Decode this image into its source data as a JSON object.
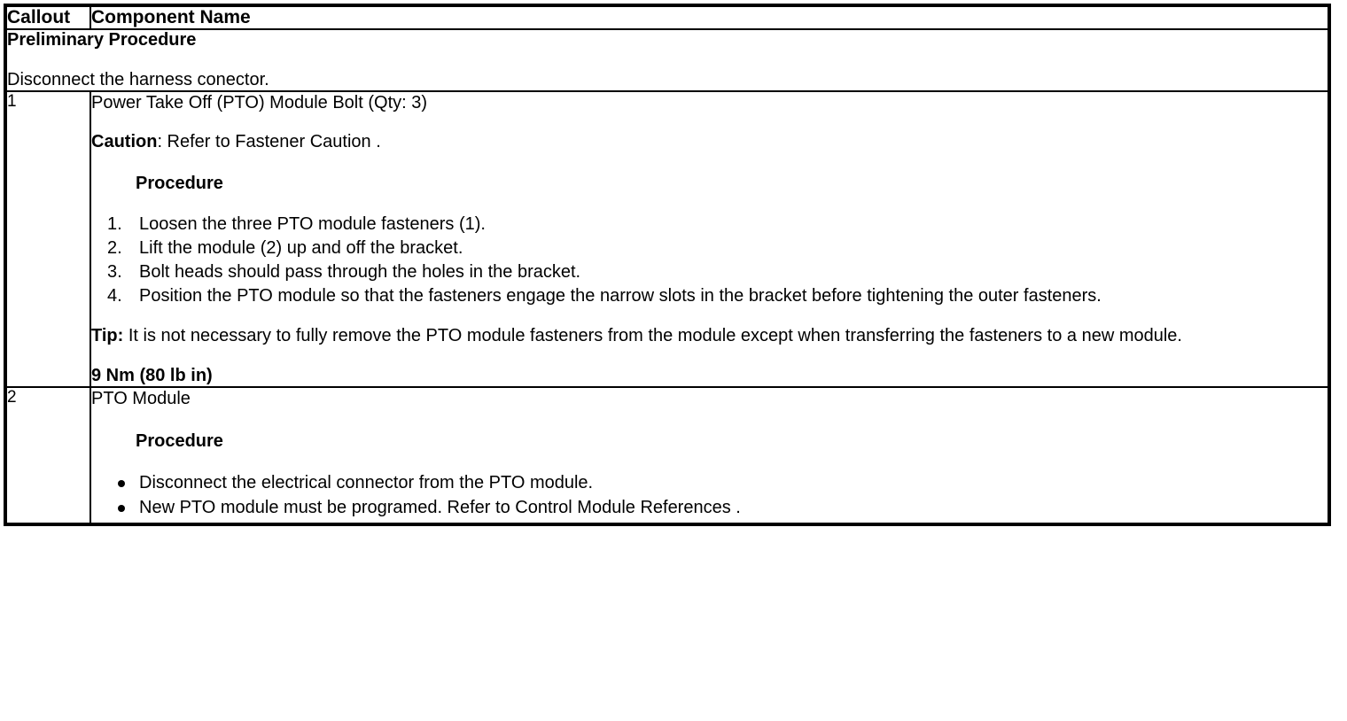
{
  "table": {
    "headers": {
      "callout": "Callout",
      "component_name": "Component Name"
    },
    "preliminary": {
      "title": "Preliminary Procedure",
      "text": "Disconnect the harness conector."
    },
    "rows": [
      {
        "callout": "1",
        "component": "Power Take Off (PTO) Module Bolt (Qty: 3)",
        "caution_label": "Caution",
        "caution_text": ": Refer to Fastener Caution .",
        "procedure_heading": "Procedure",
        "steps": [
          "Loosen the three PTO module fasteners (1).",
          "Lift the module (2) up and off the bracket.",
          "Bolt heads should pass through the holes in the bracket.",
          "Position the PTO module so that the fasteners engage the narrow slots in the bracket before tightening the outer fasteners."
        ],
        "tip_label": "Tip:",
        "tip_text": " It is not necessary to fully remove the PTO module fasteners from the module except when transferring the fasteners to a new module.",
        "torque": "9 Nm (80 lb in)"
      },
      {
        "callout": "2",
        "component": "PTO Module",
        "procedure_heading": "Procedure",
        "bullets": [
          "Disconnect the electrical connector from the PTO module.",
          "New PTO module must be programed. Refer to Control Module References ."
        ]
      }
    ]
  },
  "colors": {
    "border": "#000000",
    "text": "#000000",
    "background": "#ffffff"
  }
}
